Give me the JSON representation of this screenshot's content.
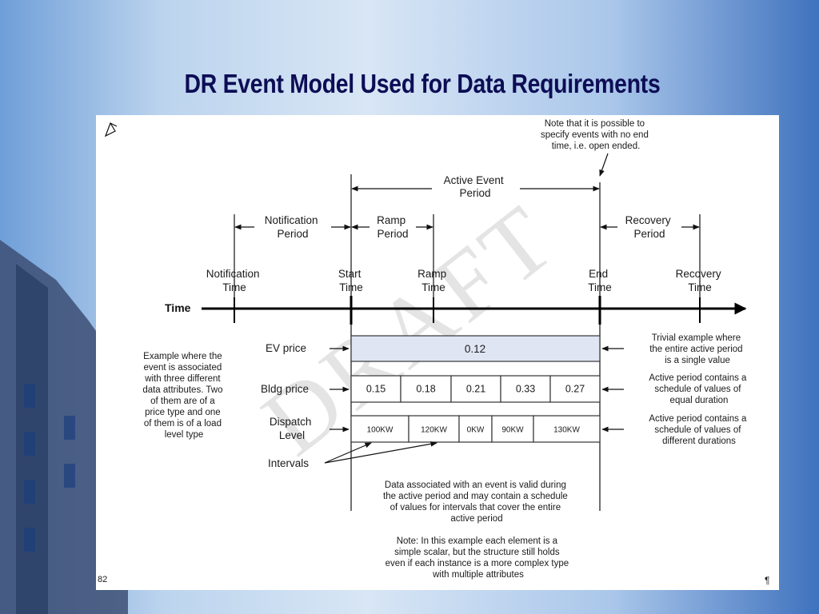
{
  "title": "DR Event Model Used for Data Requirements",
  "watermark": "DRAFT",
  "colors": {
    "title": "#0d0d55",
    "background": "#4a7fc4",
    "box_fill": "#dfe5f3"
  },
  "icons": {
    "cursor": "pointer-arrow-icon"
  },
  "page_number": "82",
  "pilcrow": "¶",
  "note_end": [
    "Note that it is possible to",
    "specify events with no end",
    "time, i.e. open ended."
  ],
  "periods": {
    "active": [
      "Active Event",
      "Period"
    ],
    "notification": [
      "Notification",
      "Period"
    ],
    "ramp": [
      "Ramp",
      "Period"
    ],
    "recovery": [
      "Recovery",
      "Period"
    ]
  },
  "times": {
    "notification": [
      "Notification",
      "Time"
    ],
    "start": [
      "Start",
      "Time"
    ],
    "ramp": [
      "Ramp",
      "Time"
    ],
    "end": [
      "End",
      "Time"
    ],
    "recovery": [
      "Recovery",
      "Time"
    ]
  },
  "axis_label": "Time",
  "rows": {
    "ev_price": {
      "label": "EV price",
      "value": "0.12",
      "note": [
        "Trivial example where",
        "the entire active period",
        "is a single value"
      ]
    },
    "bldg_price": {
      "label": "Bldg price",
      "values": [
        "0.15",
        "0.18",
        "0.21",
        "0.33",
        "0.27"
      ],
      "note": [
        "Active period contains a",
        "schedule of values of",
        "equal duration"
      ]
    },
    "dispatch": {
      "label": [
        "Dispatch",
        "Level"
      ],
      "values": [
        "100KW",
        "120KW",
        "0KW",
        "90KW",
        "130KW"
      ],
      "note": [
        "Active period contains a",
        "schedule of values of",
        "different durations"
      ]
    }
  },
  "left_note": [
    "Example where the",
    "event is associated",
    "with three different",
    "data attributes.  Two",
    "of them are of a",
    "price type and one",
    "of them is of a load",
    "level type"
  ],
  "intervals_label": "Intervals",
  "bottom_note1": [
    "Data associated with an event is valid during",
    "the active period and may contain a schedule",
    "of values for intervals that cover the entire",
    "active period"
  ],
  "bottom_note2": [
    "Note: In this example each element is a",
    "simple scalar, but the structure still holds",
    "even if each instance is a more complex type",
    "with multiple attributes"
  ]
}
